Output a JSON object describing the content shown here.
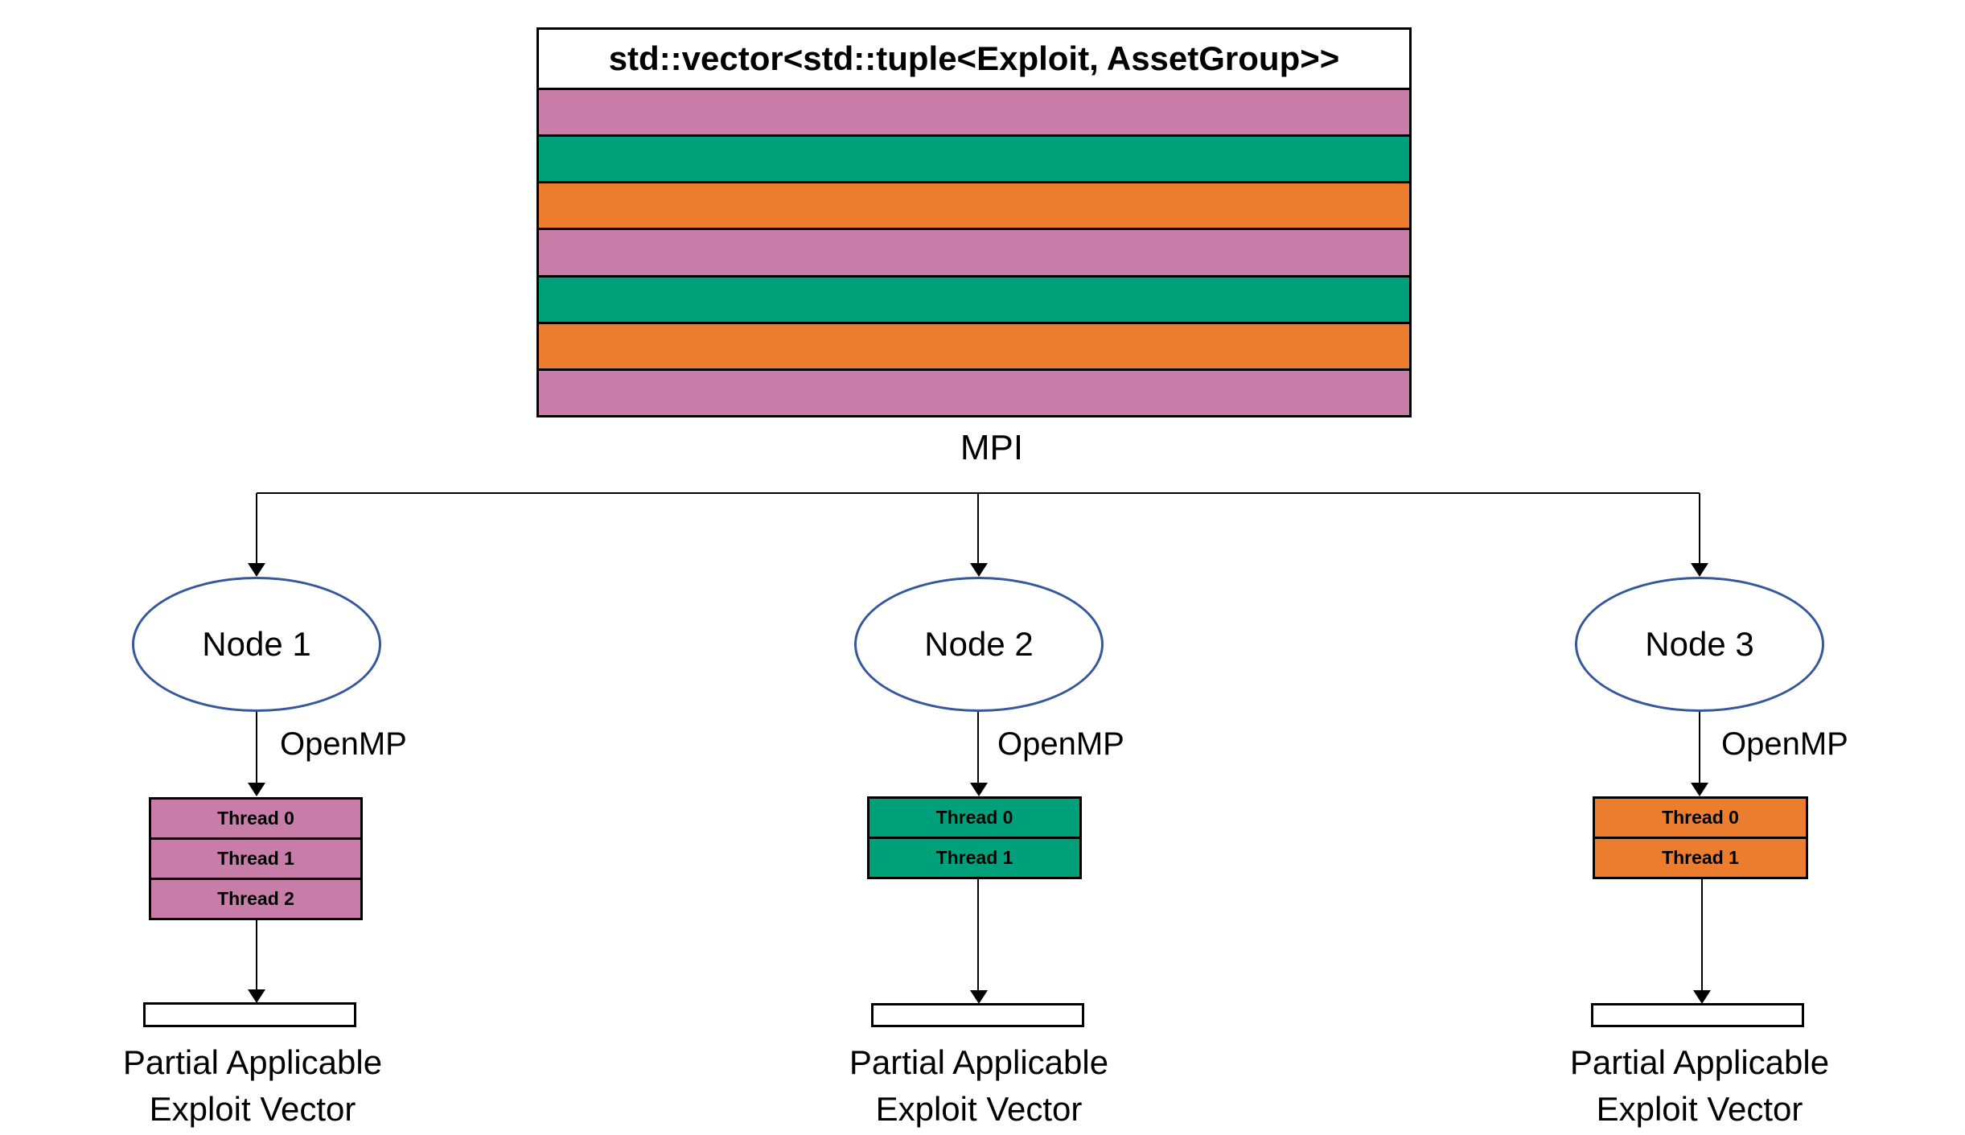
{
  "diagram": {
    "title": "std::vector<std::tuple<Exploit, AssetGroup>>",
    "mpi_label": "MPI",
    "colors": {
      "pink": "#C87CA8",
      "green": "#00A17A",
      "orange": "#EC7D2E",
      "node_outline_blue": "#35579B",
      "line_black": "#000000",
      "background_white": "#FFFFFF"
    },
    "stripes": [
      "#C87CA8",
      "#00A17A",
      "#EC7D2E",
      "#C87CA8",
      "#00A17A",
      "#EC7D2E",
      "#C87CA8"
    ],
    "nodes": [
      {
        "label": "Node 1",
        "openmp_label": "OpenMP",
        "color_hex": "#C87CA8",
        "threads": [
          "Thread 0",
          "Thread 1",
          "Thread 2"
        ],
        "caption_line1": "Partial Applicable",
        "caption_line2": "Exploit Vector"
      },
      {
        "label": "Node 2",
        "openmp_label": "OpenMP",
        "color_hex": "#00A17A",
        "threads": [
          "Thread 0",
          "Thread 1"
        ],
        "caption_line1": "Partial Applicable",
        "caption_line2": "Exploit Vector"
      },
      {
        "label": "Node 3",
        "openmp_label": "OpenMP",
        "color_hex": "#EC7D2E",
        "threads": [
          "Thread 0",
          "Thread 1"
        ],
        "caption_line1": "Partial Applicable",
        "caption_line2": "Exploit Vector"
      }
    ]
  }
}
